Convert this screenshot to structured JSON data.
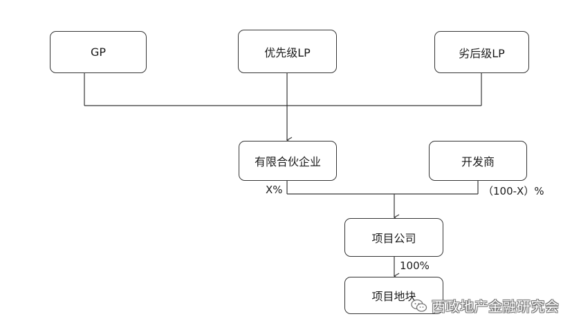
{
  "diagram": {
    "nodes": {
      "gp": "GP",
      "senior_lp": "优先级LP",
      "junior_lp": "劣后级LP",
      "limited_partnership": "有限合伙企业",
      "developer": "开发商",
      "project_company": "项目公司",
      "project_land": "项目地块"
    },
    "edge_labels": {
      "partnership_share": "X%",
      "developer_share": "（100-X）%",
      "land_share": "100%"
    }
  },
  "watermark": {
    "text": "西政地产金融研究会",
    "icon": "wechat-icon"
  }
}
